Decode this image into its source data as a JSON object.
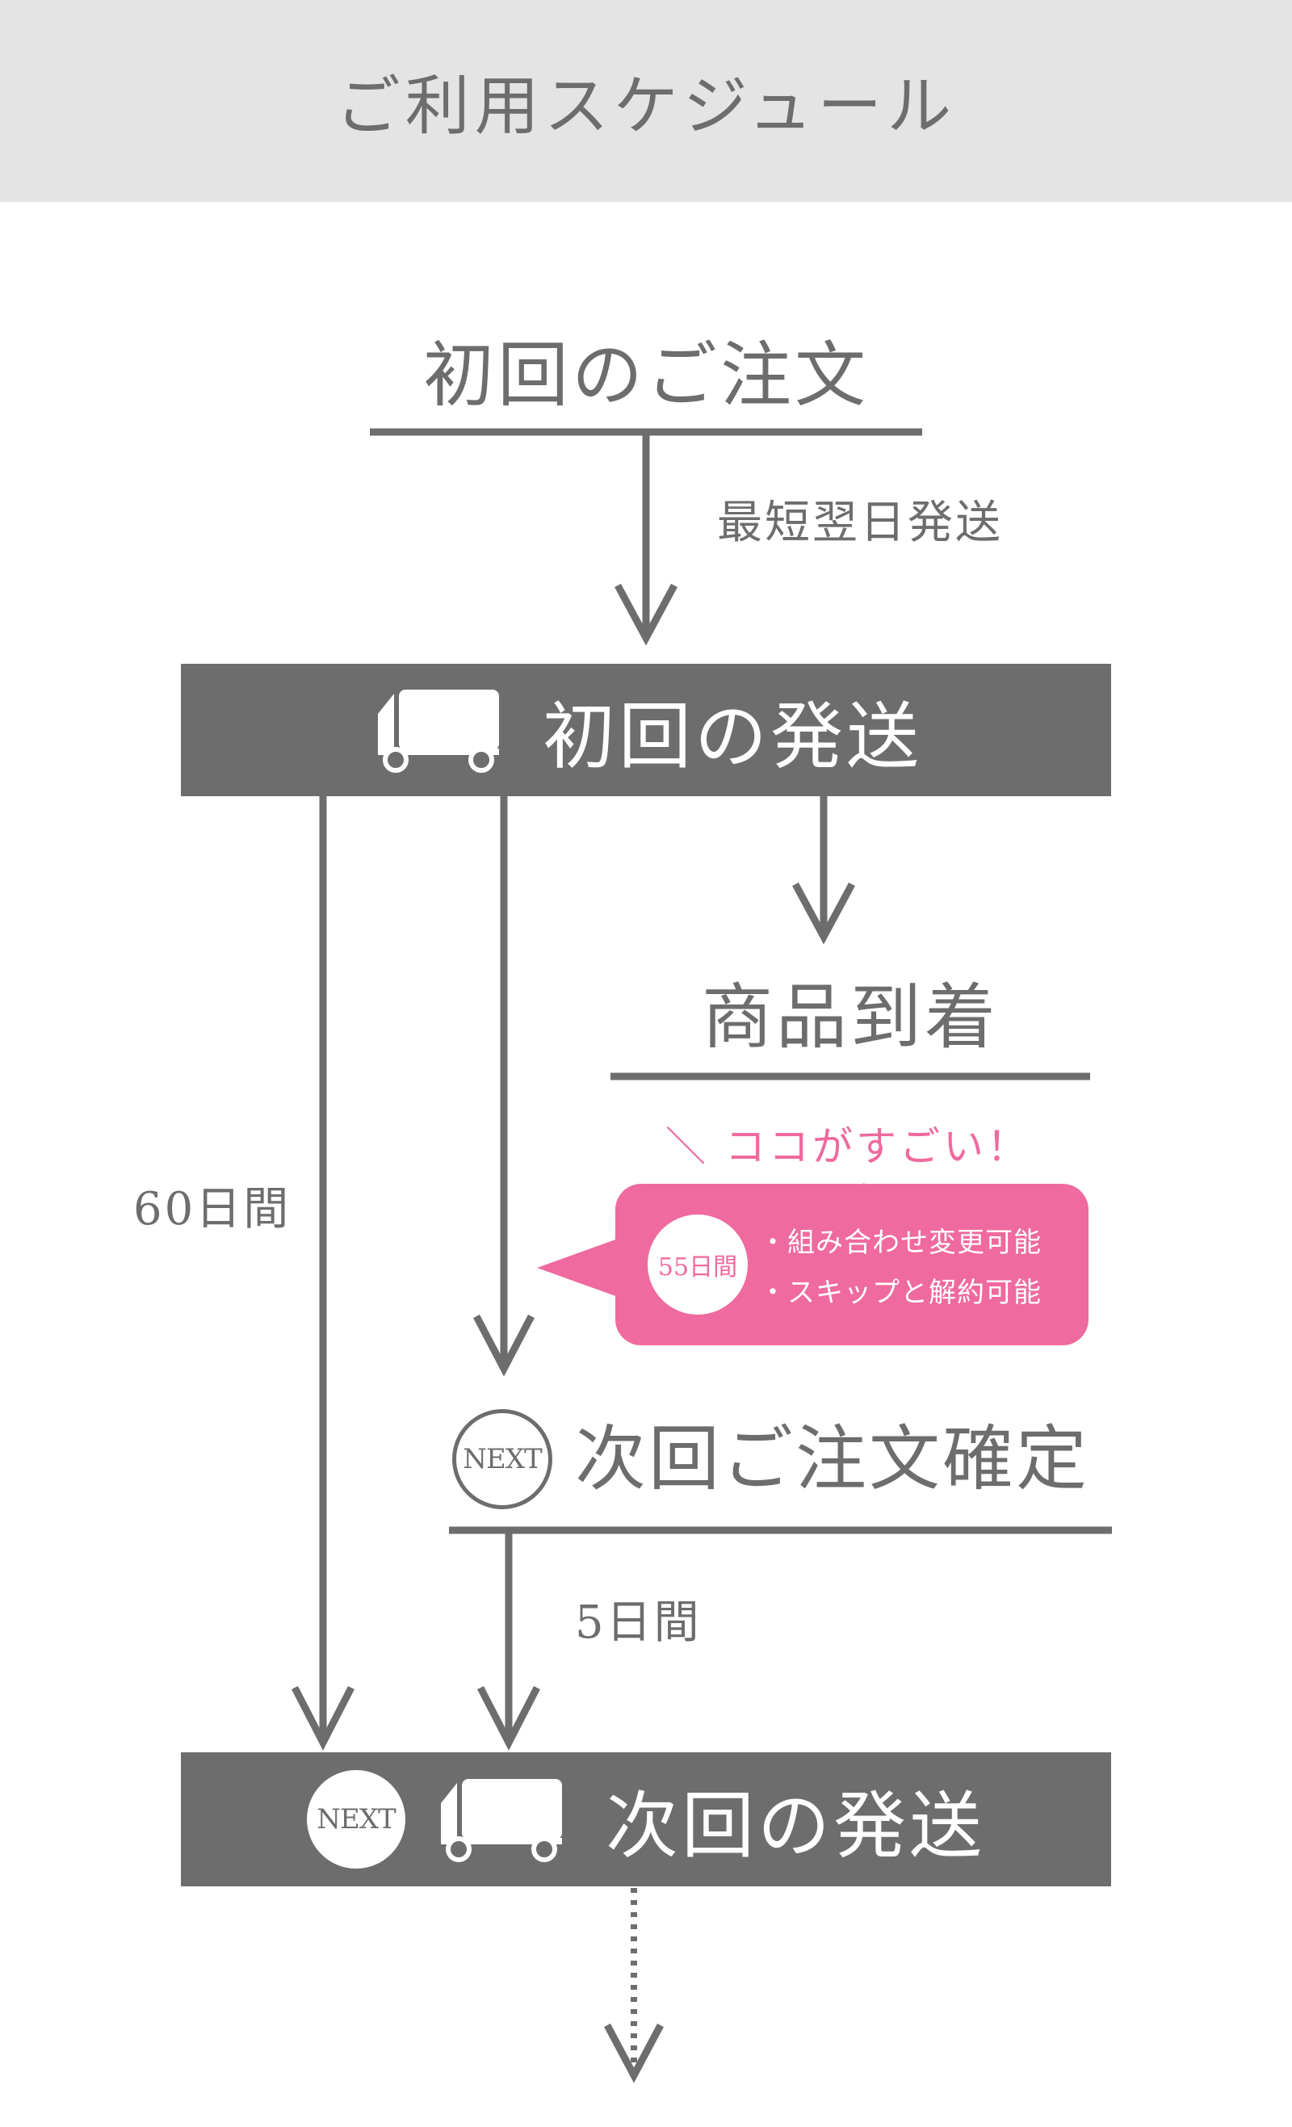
{
  "header": {
    "title": "ご利用スケジュール"
  },
  "steps": {
    "first_order": "初回のご注文",
    "next_day_ship": "最短翌日発送",
    "first_shipment": "初回の発送",
    "arrival": "商品到着",
    "highlight": "＼ ココがすごい！ ／",
    "days_55": "55日間",
    "feature_1": "・組み合わせ変更可能",
    "feature_2": "・スキップと解約可能",
    "days_60": "60日間",
    "next_badge": "NEXT",
    "next_order_confirm": "次回ご注文確定",
    "days_5": "5日間",
    "next_shipment": "次回の発送"
  },
  "colors": {
    "gray": "#6e6d6e",
    "pink": "#ef6a9e",
    "header_bg": "#e4e4e4"
  },
  "icons": [
    "truck-icon",
    "arrow-down-icon"
  ]
}
